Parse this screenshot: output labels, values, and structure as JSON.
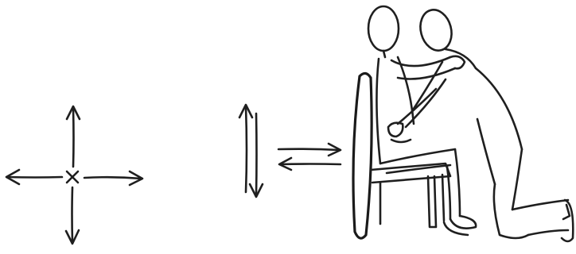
{
  "figure": {
    "ink_color": "#1f1f1f",
    "background": "#ffffff",
    "panels": [
      {
        "id": "four-way-arrows",
        "icon": "crosshair-arrows-icon"
      },
      {
        "id": "up-down-arrows",
        "icon": "vertical-arrows-icon"
      },
      {
        "id": "left-right-arrows",
        "icon": "horizontal-arrows-icon"
      },
      {
        "id": "caregiver-transfer",
        "icon": "caregiver-assisting-seated-person"
      }
    ]
  }
}
